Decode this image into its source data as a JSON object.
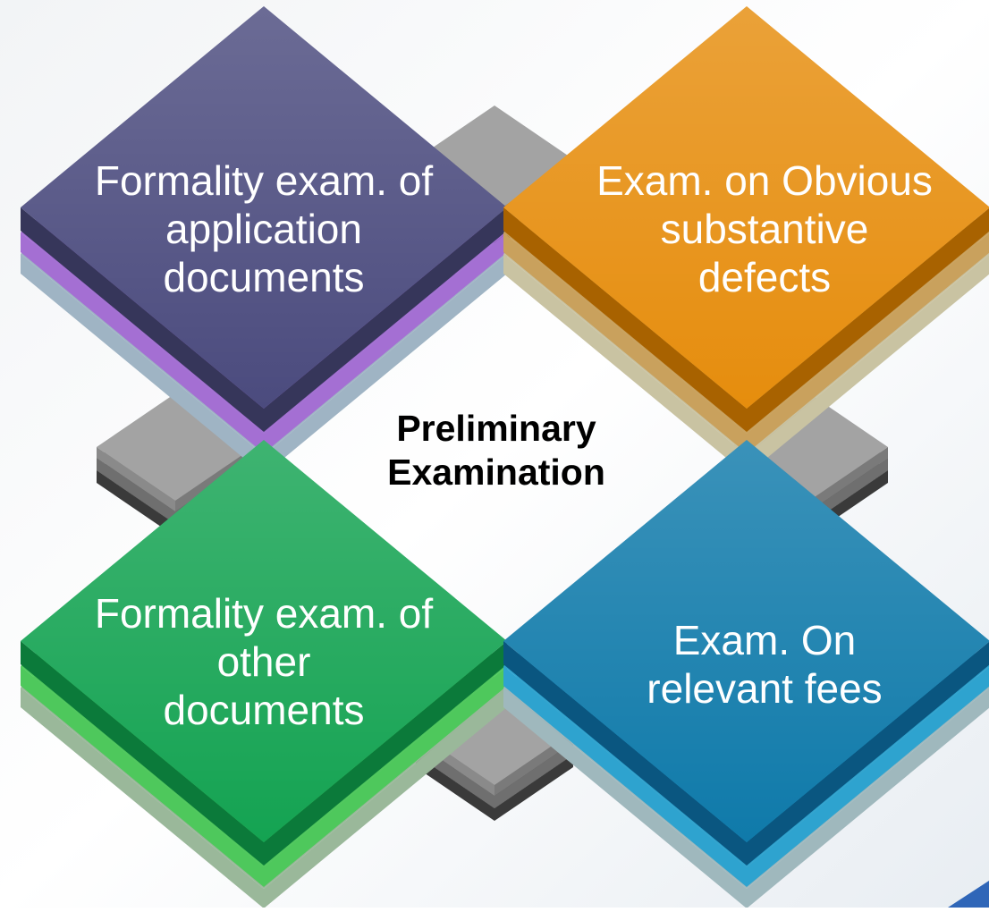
{
  "diagram": {
    "center_title": [
      "Preliminary",
      "Examination"
    ],
    "quadrants": [
      {
        "id": "top-left",
        "lines": [
          "Formality exam. of",
          "application",
          "documents"
        ],
        "colors": {
          "top": "#4b4b7e",
          "top_dark": "#36365a",
          "layer1": "#a46fd3",
          "layer2": "#9fb4c4"
        }
      },
      {
        "id": "top-right",
        "lines": [
          "Exam. on Obvious",
          "substantive",
          "defects"
        ],
        "colors": {
          "top": "#e68d0d",
          "top_dark": "#a86200",
          "layer1": "#c9a15d",
          "layer2": "#c9c3a2"
        }
      },
      {
        "id": "bottom-left",
        "lines": [
          "Formality exam. of",
          "other",
          "documents"
        ],
        "colors": {
          "top": "#14a352",
          "top_dark": "#0b7a3a",
          "layer1": "#4ec85c",
          "layer2": "#9ab89a"
        }
      },
      {
        "id": "bottom-right",
        "lines": [
          "Exam. On",
          "relevant fees"
        ],
        "colors": {
          "top": "#0f7aaa",
          "top_dark": "#0a5680",
          "layer1": "#2ea3cf",
          "layer2": "#9fb8bd"
        }
      }
    ],
    "connector_colors": {
      "top": "#a3a3a3",
      "side1": "#6f6f6f",
      "side2": "#3a3a3a"
    }
  }
}
